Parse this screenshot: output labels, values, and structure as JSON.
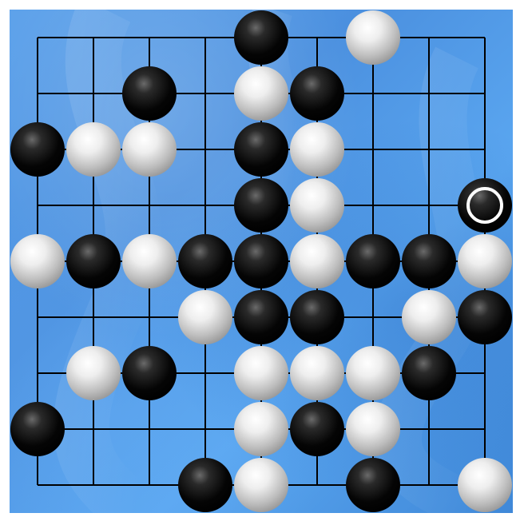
{
  "board": {
    "size": 9,
    "colors": {
      "background": "#4b90df",
      "grid_line": "#000000",
      "black_stone": "#000000",
      "white_stone": "#d8d8d8",
      "last_move_marker": "#ffffff"
    },
    "stones": [
      {
        "color": "black",
        "col": 4,
        "row": 0
      },
      {
        "color": "white",
        "col": 6,
        "row": 0
      },
      {
        "color": "black",
        "col": 2,
        "row": 1
      },
      {
        "color": "white",
        "col": 4,
        "row": 1
      },
      {
        "color": "black",
        "col": 5,
        "row": 1
      },
      {
        "color": "black",
        "col": 0,
        "row": 2
      },
      {
        "color": "white",
        "col": 1,
        "row": 2
      },
      {
        "color": "white",
        "col": 2,
        "row": 2
      },
      {
        "color": "black",
        "col": 4,
        "row": 2
      },
      {
        "color": "white",
        "col": 5,
        "row": 2
      },
      {
        "color": "black",
        "col": 4,
        "row": 3
      },
      {
        "color": "white",
        "col": 5,
        "row": 3
      },
      {
        "color": "black",
        "col": 8,
        "row": 3,
        "last_move": true
      },
      {
        "color": "white",
        "col": 0,
        "row": 4
      },
      {
        "color": "black",
        "col": 1,
        "row": 4
      },
      {
        "color": "white",
        "col": 2,
        "row": 4
      },
      {
        "color": "black",
        "col": 3,
        "row": 4
      },
      {
        "color": "black",
        "col": 4,
        "row": 4
      },
      {
        "color": "white",
        "col": 5,
        "row": 4
      },
      {
        "color": "black",
        "col": 6,
        "row": 4
      },
      {
        "color": "black",
        "col": 7,
        "row": 4
      },
      {
        "color": "white",
        "col": 8,
        "row": 4
      },
      {
        "color": "white",
        "col": 3,
        "row": 5
      },
      {
        "color": "black",
        "col": 4,
        "row": 5
      },
      {
        "color": "black",
        "col": 5,
        "row": 5
      },
      {
        "color": "white",
        "col": 7,
        "row": 5
      },
      {
        "color": "black",
        "col": 8,
        "row": 5
      },
      {
        "color": "white",
        "col": 1,
        "row": 6
      },
      {
        "color": "black",
        "col": 2,
        "row": 6
      },
      {
        "color": "white",
        "col": 4,
        "row": 6
      },
      {
        "color": "white",
        "col": 5,
        "row": 6
      },
      {
        "color": "white",
        "col": 6,
        "row": 6
      },
      {
        "color": "black",
        "col": 7,
        "row": 6
      },
      {
        "color": "black",
        "col": 0,
        "row": 7
      },
      {
        "color": "white",
        "col": 4,
        "row": 7
      },
      {
        "color": "black",
        "col": 5,
        "row": 7
      },
      {
        "color": "white",
        "col": 6,
        "row": 7
      },
      {
        "color": "black",
        "col": 3,
        "row": 8
      },
      {
        "color": "white",
        "col": 4,
        "row": 8
      },
      {
        "color": "black",
        "col": 6,
        "row": 8
      },
      {
        "color": "white",
        "col": 8,
        "row": 8
      }
    ]
  }
}
